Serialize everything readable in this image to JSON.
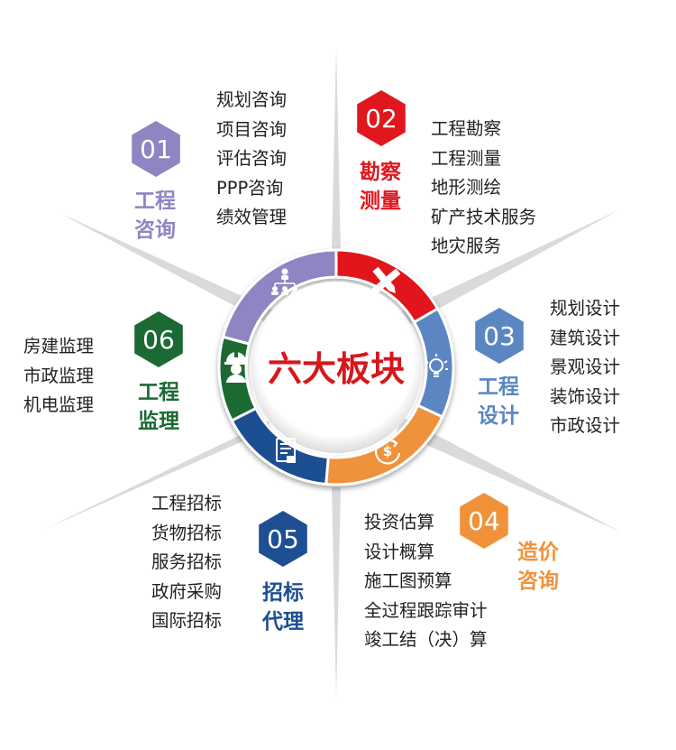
{
  "center": {
    "title": "六大板块",
    "title_color": "#D7171C"
  },
  "modules": [
    {
      "num": "01",
      "label": [
        "工程",
        "咨询"
      ],
      "color": "#8E86C2",
      "items": [
        "规划咨询",
        "项目咨询",
        "评估咨询",
        "PPP咨询",
        "绩效管理"
      ],
      "icon": "org-chart-icon"
    },
    {
      "num": "02",
      "label": [
        "勘察",
        "测量"
      ],
      "color": "#E1171E",
      "items": [
        "工程勘察",
        "工程测量",
        "地形测绘",
        "矿产技术服务",
        "地灾服务"
      ],
      "icon": "ruler-pencil-icon"
    },
    {
      "num": "03",
      "label": [
        "工程",
        "设计"
      ],
      "color": "#5B86C2",
      "items": [
        "规划设计",
        "建筑设计",
        "景观设计",
        "装饰设计",
        "市政设计"
      ],
      "icon": "lightbulb-icon"
    },
    {
      "num": "04",
      "label": [
        "造价",
        "咨询"
      ],
      "color": "#F0923A",
      "items": [
        "投资估算",
        "设计概算",
        "施工图预算",
        "全过程跟踪审计",
        "竣工结（决）算"
      ],
      "icon": "dollar-coin-icon"
    },
    {
      "num": "05",
      "label": [
        "招标",
        "代理"
      ],
      "color": "#1D4F92",
      "items": [
        "工程招标",
        "货物招标",
        "服务招标",
        "政府采购",
        "国际招标"
      ],
      "icon": "document-icon"
    },
    {
      "num": "06",
      "label": [
        "工程",
        "监理"
      ],
      "color": "#1B6A33",
      "items": [
        "房建监理",
        "市政监理",
        "机电监理"
      ],
      "icon": "worker-helmet-icon"
    }
  ]
}
